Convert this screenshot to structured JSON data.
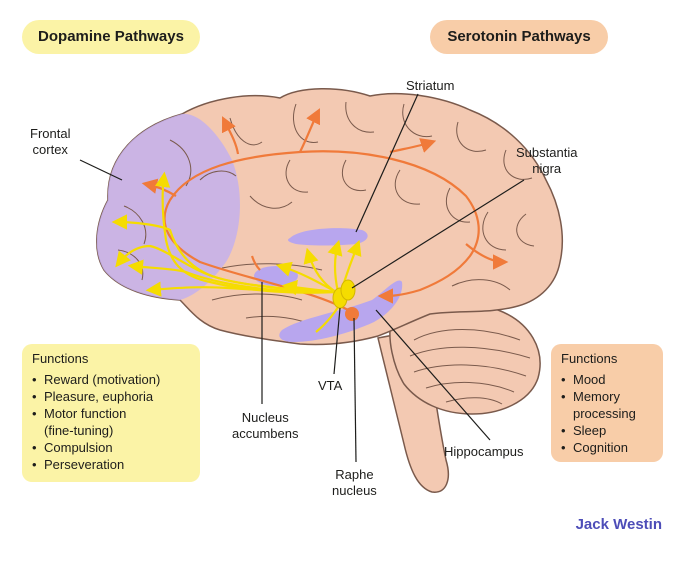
{
  "dopamine": {
    "heading": "Dopamine Pathways",
    "functions_title": "Functions",
    "functions": [
      "Reward (motivation)",
      "Pleasure, euphoria",
      "Motor function",
      "(fine-tuning)",
      "Compulsion",
      "Perseveration"
    ]
  },
  "serotonin": {
    "heading": "Serotonin Pathways",
    "functions_title": "Functions",
    "functions": [
      "Mood",
      "Memory",
      "processing",
      "Sleep",
      "Cognition"
    ]
  },
  "labels": {
    "frontal_cortex": [
      "Frontal",
      "cortex"
    ],
    "striatum": "Striatum",
    "substantia_nigra": [
      "Substantia",
      "nigra"
    ],
    "vta": "VTA",
    "nucleus_accumbens": [
      "Nucleus",
      "accumbens"
    ],
    "raphe_nucleus": [
      "Raphe",
      "nucleus"
    ],
    "hippocampus": "Hippocampus"
  },
  "brand": "Jack Westin",
  "colors": {
    "dopamine": "#f5dc00",
    "dopamine_fill": "#fbf3a6",
    "serotonin": "#f07a3a",
    "serotonin_fill": "#f8cda8",
    "brain": "#f3c9b2",
    "brain_outline": "#7a5a4c",
    "regions": "#b8a6ee",
    "brand": "#4d4db8"
  }
}
